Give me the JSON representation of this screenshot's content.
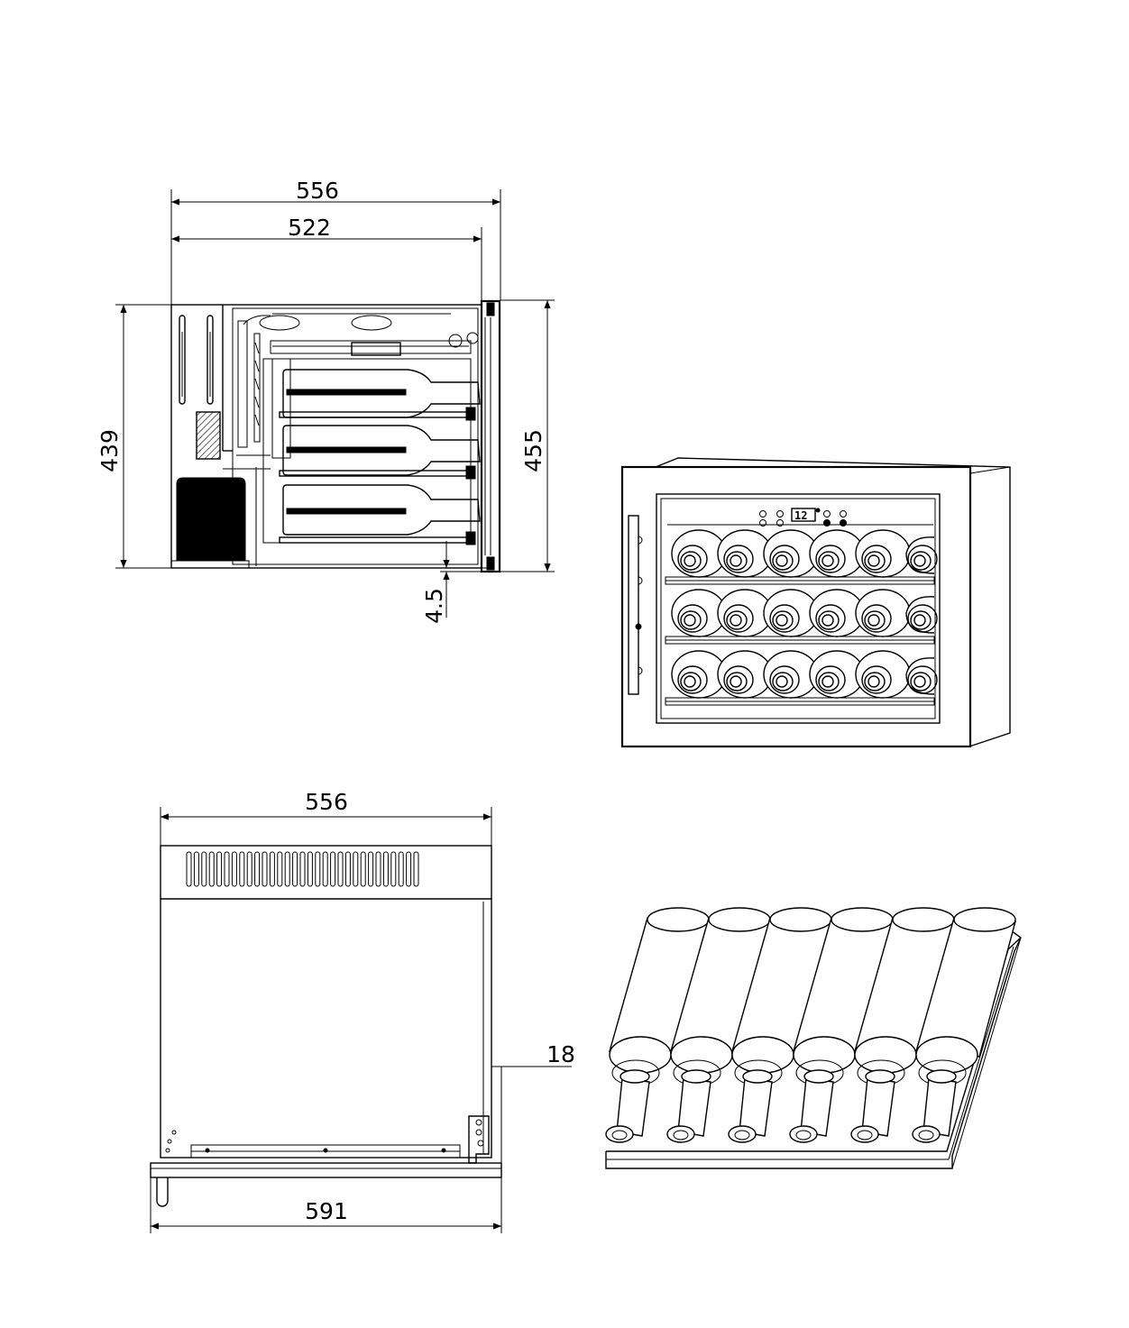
{
  "drawing": {
    "side_view": {
      "overall_depth": "556",
      "cabinet_depth": "522",
      "cabinet_height": "439",
      "door_height": "455",
      "bottom_offset": "4.5"
    },
    "front_view": {
      "display_reading": "12"
    },
    "top_view": {
      "cabinet_width": "556",
      "door_width": "591",
      "door_offset": "18"
    }
  },
  "colors": {
    "line": "#000000",
    "background": "#ffffff"
  }
}
